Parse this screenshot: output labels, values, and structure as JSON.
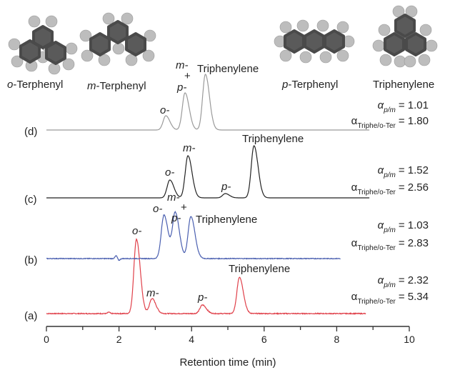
{
  "molecules": [
    {
      "prefix": "o",
      "name": "-Terphenyl"
    },
    {
      "prefix": "m",
      "name": "-Terphenyl"
    },
    {
      "prefix": "p",
      "name": "-Terphenyl"
    },
    {
      "prefix": "",
      "name": "Triphenylene"
    }
  ],
  "chart_data": {
    "type": "line",
    "title": "",
    "xlabel": "Retention time (min)",
    "ylabel": "",
    "xlim": [
      0,
      10
    ],
    "xticks": [
      "0",
      "2",
      "4",
      "6",
      "8",
      "10"
    ],
    "grid": false,
    "series": [
      {
        "name": "(a)",
        "color": "#e0404a",
        "x_end": 8.8,
        "peaks": [
          {
            "label": "o-",
            "rt": 2.48,
            "height": 104
          },
          {
            "label": "m-",
            "rt": 2.91,
            "height": 21
          },
          {
            "label": "p-",
            "rt": 4.3,
            "height": 12
          },
          {
            "label": "Triphenylene",
            "rt": 5.32,
            "height": 51
          }
        ],
        "alpha_pm": "= 2.32",
        "alpha_triphe": "= 5.34"
      },
      {
        "name": "(b)",
        "color": "#4a5fb0",
        "x_end": 8.1,
        "peaks": [
          {
            "label": "o-",
            "rt": 3.24,
            "height": 61
          },
          {
            "label": "m-",
            "rt": 3.55,
            "height": 64
          },
          {
            "label": "p-",
            "rt": 3.55,
            "height": 0
          },
          {
            "label": "Triphenylene",
            "rt": 3.98,
            "height": 59
          }
        ],
        "alpha_pm": "= 1.03",
        "alpha_triphe": "= 2.83"
      },
      {
        "name": "(c)",
        "color": "#222222",
        "x_end": 8.9,
        "peaks": [
          {
            "label": "o-",
            "rt": 3.4,
            "height": 25
          },
          {
            "label": "m-",
            "rt": 3.9,
            "height": 59
          },
          {
            "label": "p-",
            "rt": 4.93,
            "height": 6
          },
          {
            "label": "Triphenylene",
            "rt": 5.72,
            "height": 73
          }
        ],
        "alpha_pm": "= 1.52",
        "alpha_triphe": "= 2.56"
      },
      {
        "name": "(d)",
        "color": "#9a9a9a",
        "x_end": 8.9,
        "peaks": [
          {
            "label": "o-",
            "rt": 3.29,
            "height": 20
          },
          {
            "label": "m-",
            "rt": 3.82,
            "height": 52
          },
          {
            "label": "p-",
            "rt": 3.82,
            "height": 0
          },
          {
            "label": "Triphenylene",
            "rt": 4.38,
            "height": 78
          }
        ],
        "alpha_pm": "= 1.01",
        "alpha_triphe": "= 1.80"
      }
    ],
    "plus_sign": "+",
    "alpha_symbol": "α",
    "alpha_pm_sub": "p/m",
    "alpha_triphe_sub": "Triphe/o-Ter"
  }
}
